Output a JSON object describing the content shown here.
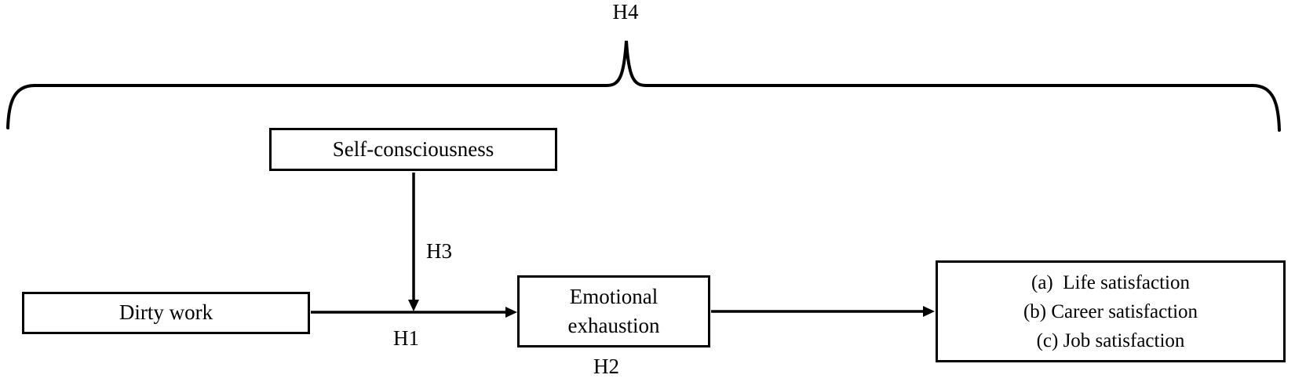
{
  "figure": {
    "background_color": "#ffffff",
    "line_color": "#000000",
    "text_color": "#000000",
    "labels": {
      "h1": "H1",
      "h2": "H2",
      "h3": "H3",
      "h4": "H4"
    },
    "boxes": {
      "self_consciousness": {
        "label": "Self-consciousness"
      },
      "dirty_work": {
        "label": "Dirty work"
      },
      "emotional_exhaustion": {
        "label": "Emotional\nexhaustion"
      },
      "outcomes": {
        "items": [
          "(a)  Life satisfaction",
          "(b) Career satisfaction",
          "(c) Job satisfaction"
        ]
      }
    }
  }
}
